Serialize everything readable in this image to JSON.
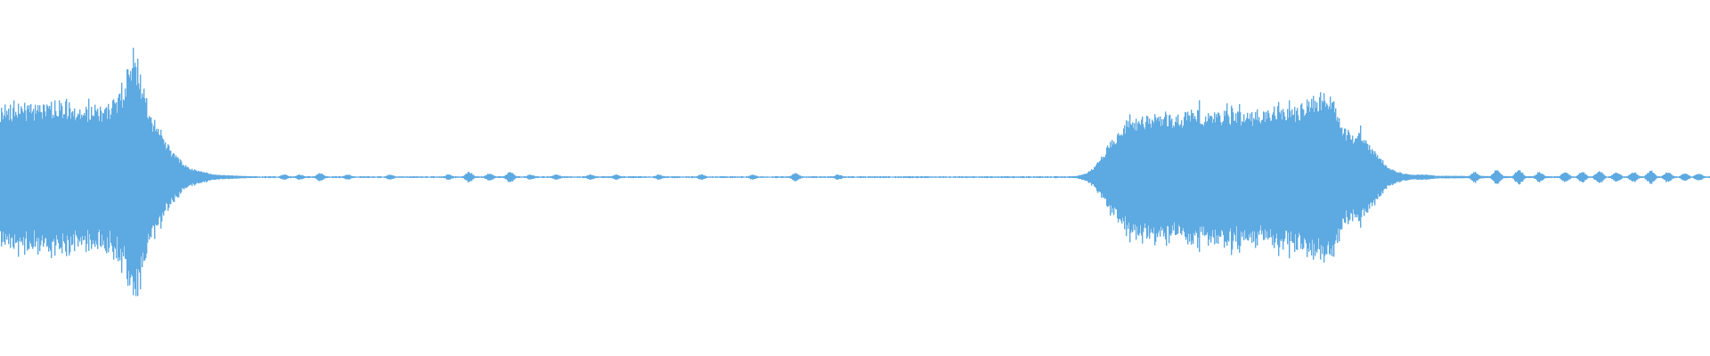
{
  "waveform": {
    "color": "#5DA9E1",
    "background": "#FFFFFF",
    "envelope": {
      "time": [
        0.0,
        0.02,
        0.035,
        0.05,
        0.06,
        0.066,
        0.07,
        0.074,
        0.078,
        0.082,
        0.086,
        0.092,
        0.1,
        0.11,
        0.125,
        0.14,
        0.161,
        0.17,
        0.52,
        0.525,
        0.53,
        0.54,
        0.55,
        0.58,
        0.6,
        0.61,
        0.615,
        0.62,
        0.63,
        0.635,
        0.64,
        0.645,
        0.65,
        0.66,
        0.67,
        0.68,
        0.69,
        0.7,
        0.71,
        0.72,
        0.73,
        0.74,
        0.75,
        0.76,
        0.765,
        0.77,
        0.775,
        0.78,
        0.785,
        0.79,
        0.795,
        0.8,
        0.805,
        0.81,
        0.815,
        0.82,
        0.825,
        0.83,
        0.835,
        0.84,
        0.85,
        1.0
      ],
      "amplitude": [
        0.55,
        0.55,
        0.58,
        0.55,
        0.55,
        0.58,
        0.65,
        0.8,
        1.0,
        0.8,
        0.5,
        0.4,
        0.2,
        0.07,
        0.02,
        0.01,
        0.0,
        0.0,
        0.0,
        0.0,
        0.0,
        0.0,
        0.0,
        0.0,
        0.0,
        0.0,
        0.0,
        0.0,
        0.01,
        0.03,
        0.08,
        0.18,
        0.3,
        0.43,
        0.48,
        0.5,
        0.49,
        0.51,
        0.5,
        0.52,
        0.51,
        0.52,
        0.53,
        0.55,
        0.6,
        0.62,
        0.7,
        0.58,
        0.4,
        0.3,
        0.35,
        0.25,
        0.18,
        0.1,
        0.05,
        0.03,
        0.02,
        0.02,
        0.02,
        0.01,
        0.01,
        0.0
      ]
    },
    "noise_floor": {
      "segments": [
        [
          0.137,
          0.66
        ],
        [
          0.66,
          1.0
        ]
      ],
      "amplitude": 0.006
    },
    "blips": [
      [
        0.166,
        0.02
      ],
      [
        0.175,
        0.02
      ],
      [
        0.187,
        0.03
      ],
      [
        0.203,
        0.02
      ],
      [
        0.228,
        0.02
      ],
      [
        0.262,
        0.02
      ],
      [
        0.274,
        0.04
      ],
      [
        0.286,
        0.03
      ],
      [
        0.298,
        0.04
      ],
      [
        0.31,
        0.02
      ],
      [
        0.325,
        0.02
      ],
      [
        0.345,
        0.02
      ],
      [
        0.36,
        0.02
      ],
      [
        0.385,
        0.02
      ],
      [
        0.41,
        0.02
      ],
      [
        0.44,
        0.02
      ],
      [
        0.465,
        0.03
      ],
      [
        0.49,
        0.02
      ],
      [
        0.81,
        0.01
      ],
      [
        0.845,
        0.01
      ],
      [
        0.862,
        0.04
      ],
      [
        0.875,
        0.06
      ],
      [
        0.888,
        0.06
      ],
      [
        0.9,
        0.04
      ],
      [
        0.915,
        0.04
      ],
      [
        0.925,
        0.04
      ],
      [
        0.935,
        0.05
      ],
      [
        0.945,
        0.04
      ],
      [
        0.955,
        0.04
      ],
      [
        0.965,
        0.05
      ],
      [
        0.975,
        0.04
      ],
      [
        0.985,
        0.03
      ],
      [
        0.993,
        0.03
      ]
    ]
  }
}
